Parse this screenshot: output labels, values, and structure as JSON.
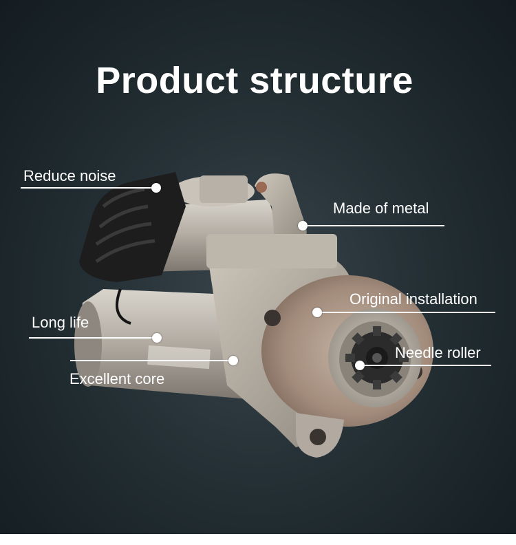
{
  "title": "Product structure",
  "product_image": {
    "name": "starter-motor",
    "colors": {
      "body": "#b9b3aa",
      "flange": "#a0897c",
      "gear": "#2a2a2a",
      "harness": "#1c1c1c"
    }
  },
  "callouts": [
    {
      "id": "reduce-noise",
      "label": "Reduce noise"
    },
    {
      "id": "made-of-metal",
      "label": "Made of metal"
    },
    {
      "id": "original-installation",
      "label": "Original installation"
    },
    {
      "id": "long-life",
      "label": "Long life"
    },
    {
      "id": "needle-roller",
      "label": "Needle roller"
    },
    {
      "id": "excellent-core",
      "label": "Excellent core"
    }
  ]
}
